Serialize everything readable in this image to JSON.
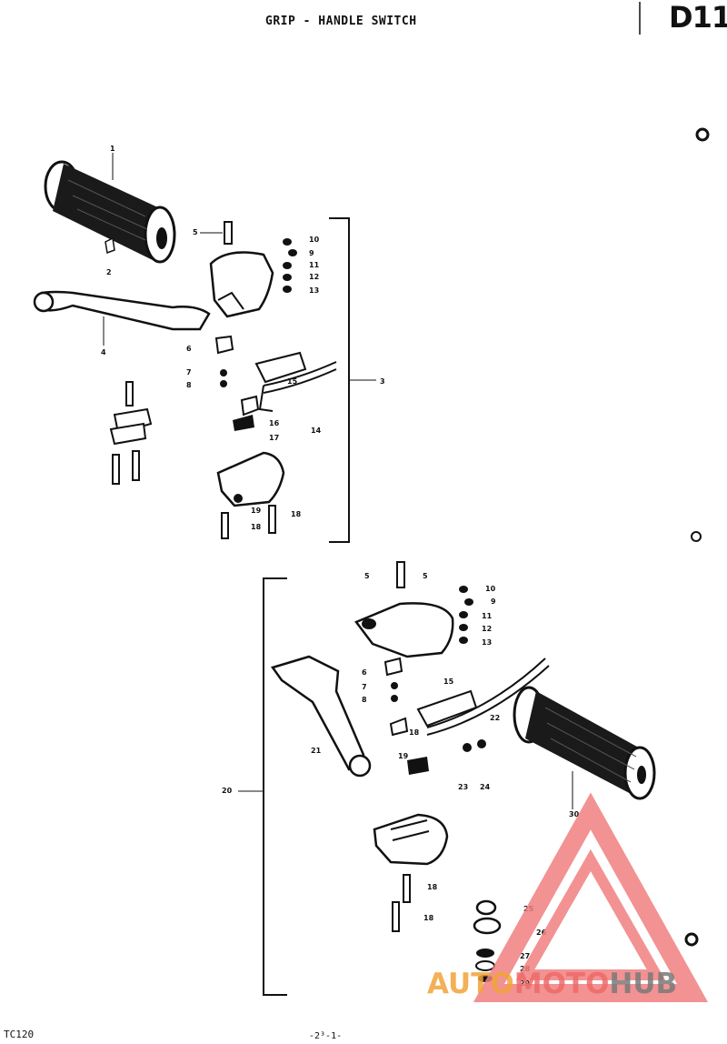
{
  "header": {
    "title": "GRIP - HANDLE SWITCH",
    "page_code": "D11"
  },
  "footer": {
    "model": "TC120",
    "page_number": "-2³-1-"
  },
  "watermark": {
    "part1": "AUTO",
    "part2": "MOTO",
    "part3": "HUB",
    "colors": {
      "auto": "#f2a33a",
      "moto": "#ef6a6a",
      "hub": "#7a7a7a",
      "triangle": "#f08080"
    }
  },
  "callouts": {
    "top": [
      "1",
      "2",
      "5",
      "10",
      "9",
      "11",
      "12",
      "13",
      "4",
      "6",
      "7",
      "8",
      "3",
      "15",
      "14",
      "16",
      "17",
      "19",
      "18"
    ],
    "bottom": [
      "5",
      "5",
      "10",
      "9",
      "11",
      "12",
      "13",
      "6",
      "7",
      "8",
      "15",
      "22",
      "21",
      "18",
      "19",
      "23",
      "24",
      "20",
      "30",
      "25",
      "26",
      "27",
      "28",
      "29"
    ]
  }
}
